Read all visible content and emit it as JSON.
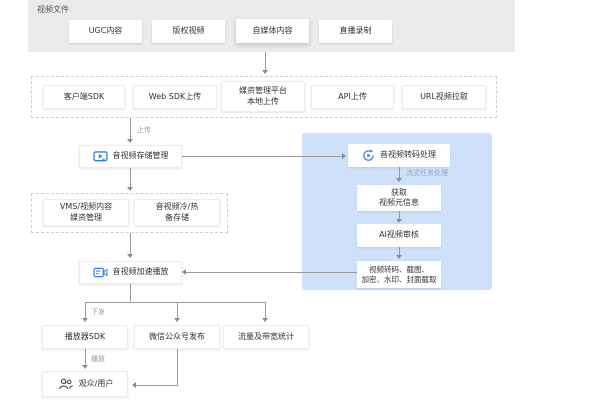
{
  "colors": {
    "accent_blue": "#2f7dea",
    "panel_blue": "#cfe1fa",
    "panel_gray": "#ebebed",
    "line_gray": "#999999"
  },
  "video_files": {
    "title": "视频文件",
    "items": [
      {
        "label": "UGC内容"
      },
      {
        "label": "版权视频"
      },
      {
        "label": "自媒体内容"
      },
      {
        "label": "直播录制"
      }
    ]
  },
  "upload_channels": {
    "items": [
      {
        "label": "客户端SDK"
      },
      {
        "label": "Web SDK上传"
      },
      {
        "label": "媒资管理平台\n本地上传"
      },
      {
        "label": "API上传"
      },
      {
        "label": "URL视频拉取"
      }
    ]
  },
  "edges": {
    "upload": "上传",
    "task": "流式任务处理",
    "dispatch": "下发",
    "play": "播放"
  },
  "storage": {
    "label": "音视频存储管理",
    "icon": "video-screen-play-icon"
  },
  "media_asset": {
    "items": [
      {
        "label": "VMS/视频内容\n媒资管理"
      },
      {
        "label": "音视频冷/热\n备存储"
      }
    ]
  },
  "transcode": {
    "label": "音视频转码处理",
    "icon": "circular-transcode-play-icon",
    "steps": [
      {
        "label": "获取\n视频元信息"
      },
      {
        "label": "AI视频审核"
      },
      {
        "label": "视频转码、截图、\n加密、水印、封面截取"
      }
    ]
  },
  "playback": {
    "label": "音视频加速播放",
    "icon": "video-camera-icon"
  },
  "distribution": {
    "items": [
      {
        "label": "播放器SDK"
      },
      {
        "label": "微信公众号发布"
      },
      {
        "label": "流量及带宽统计"
      }
    ]
  },
  "audience": {
    "label": "观众/用户",
    "icon": "users-icon"
  }
}
